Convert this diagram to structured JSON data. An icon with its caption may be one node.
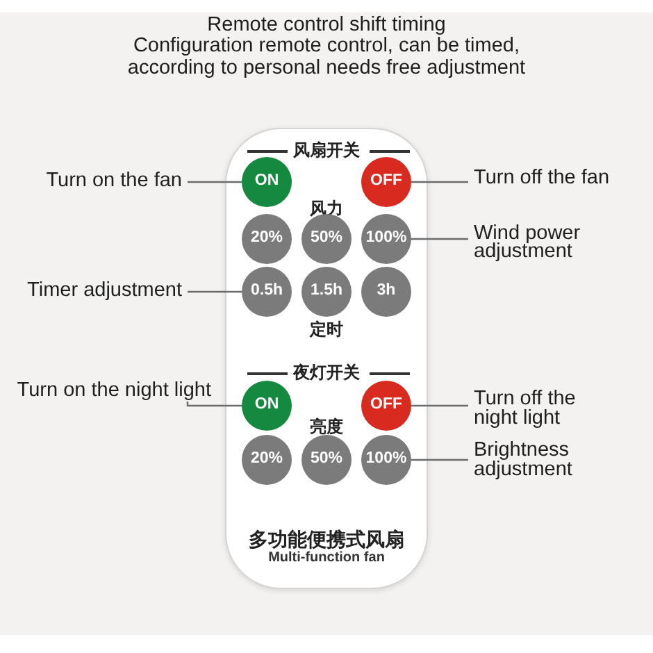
{
  "diagram": {
    "title": "Remote control shift timing",
    "nodes": [
      {
        "text": [
          "风扇开关",
          "风力",
          "定时",
          "夜灯开关",
          "亮度",
          "多功能便携式风扇",
          "Multi-function fan"
        ]
      },
      {
        "text": [
          "ON"
        ],
        "in": 0
      },
      {
        "text": [
          "OFF"
        ],
        "in": 0
      },
      {
        "text": [
          "20%"
        ],
        "in": 0
      },
      {
        "text": [
          "50%"
        ],
        "in": 0
      },
      {
        "text": [
          "100%"
        ],
        "in": 0
      },
      {
        "text": [
          "0.5h"
        ],
        "in": 0
      },
      {
        "text": [
          "1.5h"
        ],
        "in": 0
      },
      {
        "text": [
          "3h"
        ],
        "in": 0
      },
      {
        "text": [
          "ON"
        ],
        "in": 0
      },
      {
        "text": [
          "OFF"
        ],
        "in": 0
      },
      {
        "text": [
          "20%"
        ],
        "in": 0
      },
      {
        "text": [
          "50%"
        ],
        "in": 0
      },
      {
        "text": [
          "100%"
        ],
        "in": 0
      },
      {
        "text": [
          "Turn on the fan"
        ]
      },
      {
        "text": [
          "Turn off the fan"
        ]
      },
      {
        "text": [
          "Wind power adjustment"
        ]
      },
      {
        "text": [
          "Timer adjustment"
        ]
      },
      {
        "text": [
          "Turn on the night light"
        ]
      },
      {
        "text": [
          "Turn off the night light"
        ]
      },
      {
        "text": [
          "Brightness adjustment"
        ]
      }
    ],
    "edges": [
      {
        "from": 14,
        "to": 1,
        "arrow": "none"
      },
      {
        "from": 15,
        "to": 2,
        "arrow": "none"
      },
      {
        "from": 16,
        "to": 5,
        "arrow": "none"
      },
      {
        "from": 17,
        "to": 6,
        "arrow": "none"
      },
      {
        "from": 18,
        "to": 9,
        "arrow": "none"
      },
      {
        "from": 19,
        "to": 10,
        "arrow": "none"
      },
      {
        "from": 20,
        "to": 13,
        "arrow": "none"
      }
    ],
    "labels": [
      "Configuration remote control, can be timed, according to personal needs free adjustment"
    ]
  }
}
